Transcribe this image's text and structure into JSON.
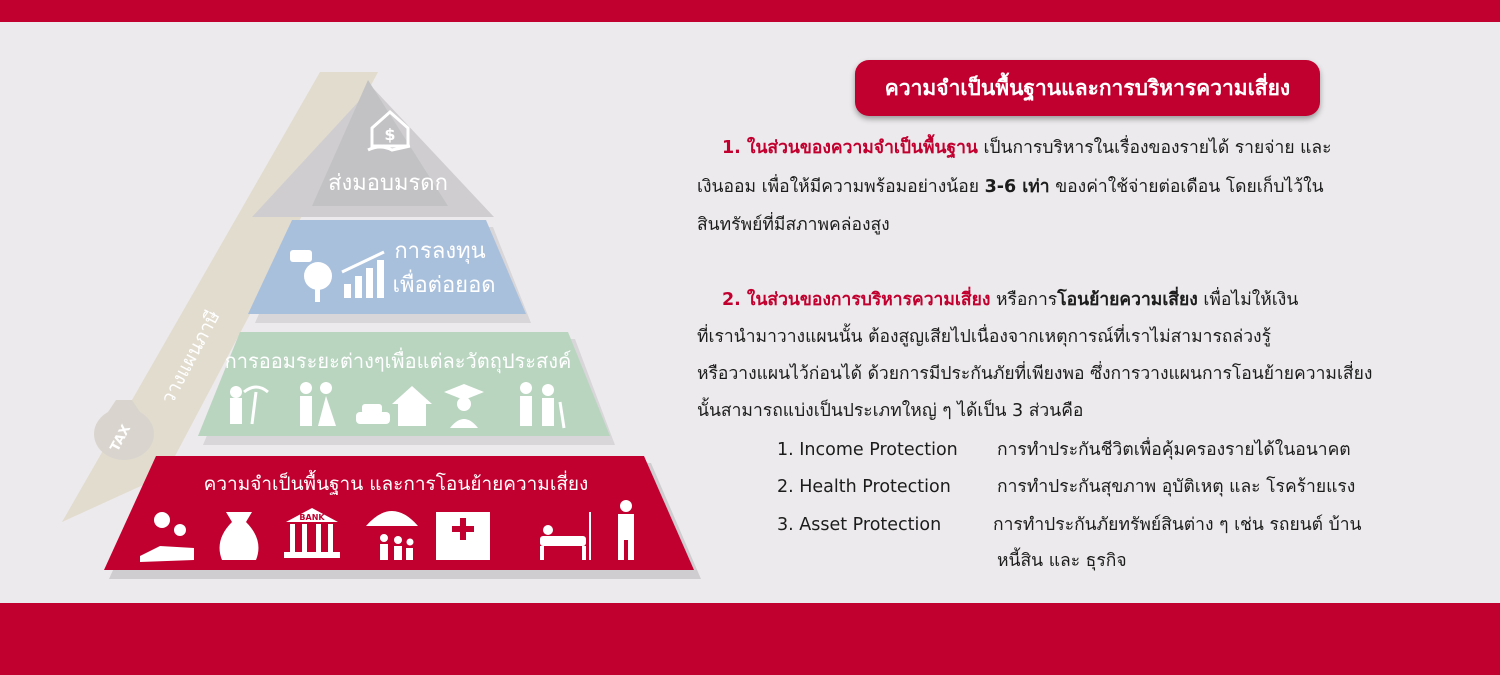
{
  "pyramid": {
    "tax_label": "วางแผนภาษี",
    "tax_bag": "TAX",
    "level_top": "ส่งมอบมรดก",
    "level_invest": [
      "การลงทุน",
      "เพื่อต่อยอด"
    ],
    "level_saving": "การออมระยะต่างๆเพื่อแต่ละวัตถุประสงค์",
    "level_base": "ความจำเป็นพื้นฐาน และการโอนย้ายความเสี่ยง",
    "bank_text": "BANK"
  },
  "colors": {
    "brand_red": "#c1002f",
    "level_top": "#c2c2c4",
    "level_invest": "#a9c0dc",
    "level_saving": "#b9d5c0",
    "tax_band": "#e2dccf"
  },
  "icons": {
    "top": [
      "house-money-hand-icon"
    ],
    "invest": [
      "watering-can-tree-icon",
      "rising-bar-chart-icon"
    ],
    "saving": [
      "travel-beach-icon",
      "wedding-couple-icon",
      "car-icon",
      "house-icon",
      "graduate-icon",
      "elderly-couple-icon"
    ],
    "base": [
      "coins-hand-icon",
      "money-bag-icon",
      "bank-building-icon",
      "umbrella-family-icon",
      "hospital-icon",
      "patient-bed-icon",
      "injured-person-icon"
    ]
  },
  "content": {
    "heading": "ความจำเป็นพื้นฐานและการบริหารความเสี่ยง",
    "p1_lead": "1. ในส่วนของความจำเป็นพื้นฐาน",
    "p1_rest": " เป็นการบริหารในเรื่องของรายได้ รายจ่าย และ",
    "p1_line2_a": "เงินออม เพื่อให้มีความพร้อมอย่างน้อย ",
    "p1_line2_bold": "3-6 เท่า",
    "p1_line2_b": " ของค่าใช้จ่ายต่อเดือน โดยเก็บไว้ใน",
    "p1_line3": "สินทรัพย์ที่มีสภาพคล่องสูง",
    "p2_lead": "2. ในส่วนของการบริหารความเสี่ยง",
    "p2_mid": " หรือการ",
    "p2_bold": "โอนย้ายความเสี่ยง",
    "p2_rest": " เพื่อไม่ให้เงิน",
    "p2_line2": "ที่เรานำมาวางแผนนั้น ต้องสูญเสียไปเนื่องจากเหตุการณ์ที่เราไม่สามารถล่วงรู้",
    "p2_line3": "หรือวางแผนไว้ก่อนได้ ด้วยการมีประกันภัยที่เพียงพอ ซึ่งการวางแผนการโอนย้ายความเสี่ยง",
    "p2_line4": "นั้นสามารถแบ่งเป็นประเภทใหญ่ ๆ ได้เป็น 3 ส่วนคือ",
    "items": [
      {
        "label": "1. Income Protection",
        "desc": "การทำประกันชีวิตเพื่อคุ้มครองรายได้ในอนาคต"
      },
      {
        "label": "2. Health Protection",
        "desc": "การทำประกันสุขภาพ อุบัติเหตุ และ โรคร้ายแรง"
      },
      {
        "label": "3. Asset Protection",
        "desc": "การทำประกันภัยทรัพย์สินต่าง ๆ เช่น รถยนต์ บ้าน"
      }
    ],
    "item3_line2": "หนี้สิน และ ธุรกิจ"
  }
}
